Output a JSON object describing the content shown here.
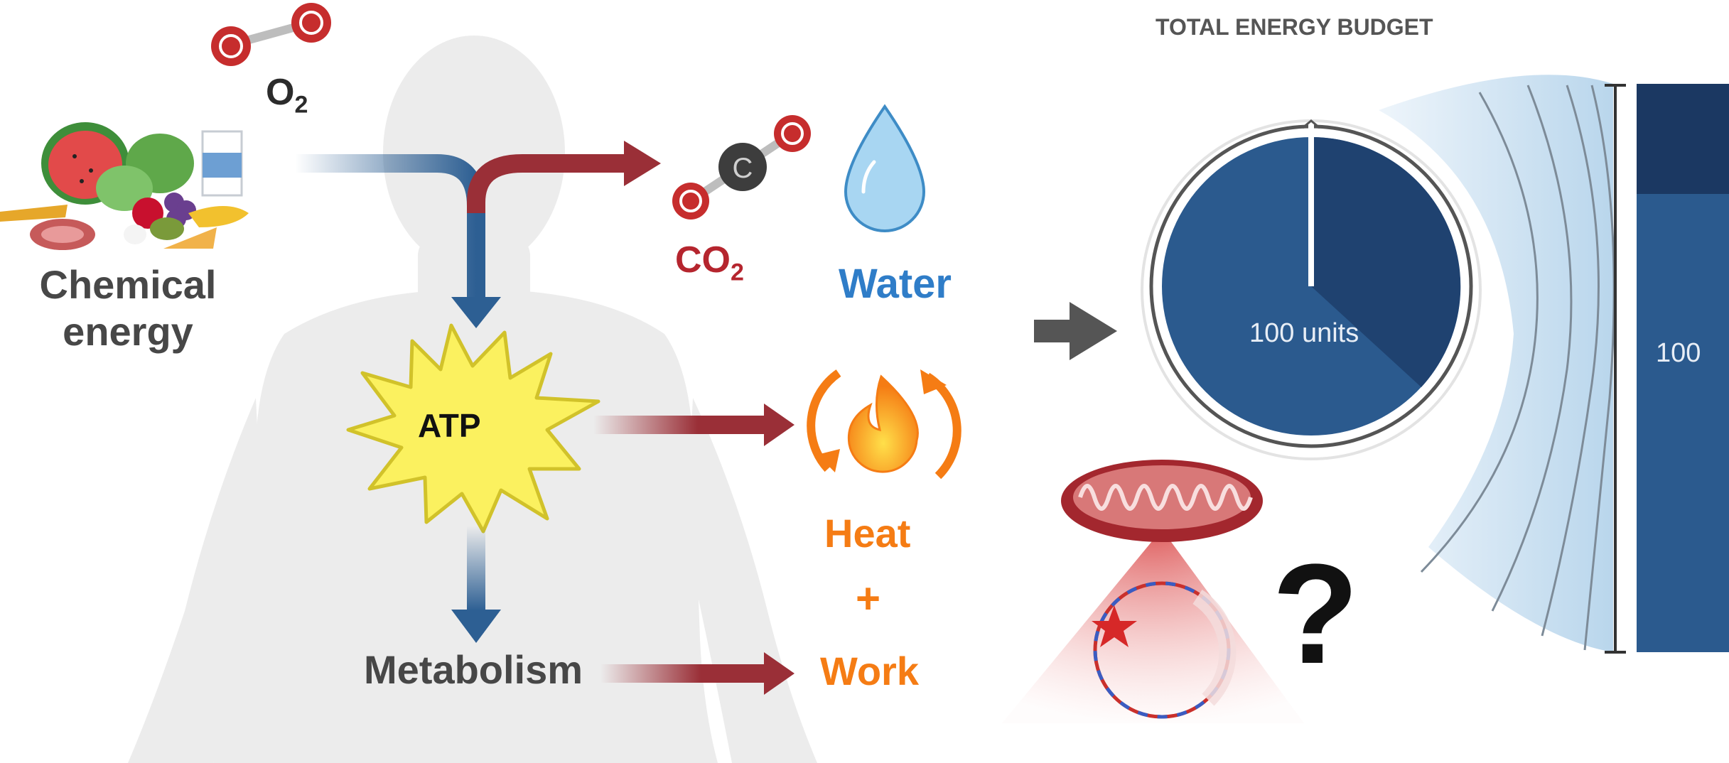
{
  "labels": {
    "chemical_energy": "Chemical\nenergy",
    "o2_main": "O",
    "o2_sub": "2",
    "co2_main": "CO",
    "co2_sub": "2",
    "water": "Water",
    "atp": "ATP",
    "heat": "Heat",
    "plus": "+",
    "work": "Work",
    "metabolism": "Metabolism",
    "total_energy_budget": "TOTAL ENERGY BUDGET",
    "pie_center": "100 units",
    "column_value": "100",
    "question": "?"
  },
  "icons": [
    "food-icon",
    "oxygen-molecule-icon",
    "co2-molecule-icon",
    "water-drop-icon",
    "atp-burst-icon",
    "heat-cycle-icon",
    "mitochondrion-icon",
    "mtdna-circle-icon",
    "arrow-right-icon",
    "human-silhouette"
  ],
  "colors": {
    "blue_flow": "#2d5f93",
    "red_flow": "#9a2f37",
    "water": "#2f7dc8",
    "heat": "#f57c14",
    "co2": "#b5252e",
    "pie_main": "#2b5a8e",
    "pie_dark": "#1f4270",
    "column_dark": "#1b3862",
    "column_main": "#2b5a8e"
  }
}
